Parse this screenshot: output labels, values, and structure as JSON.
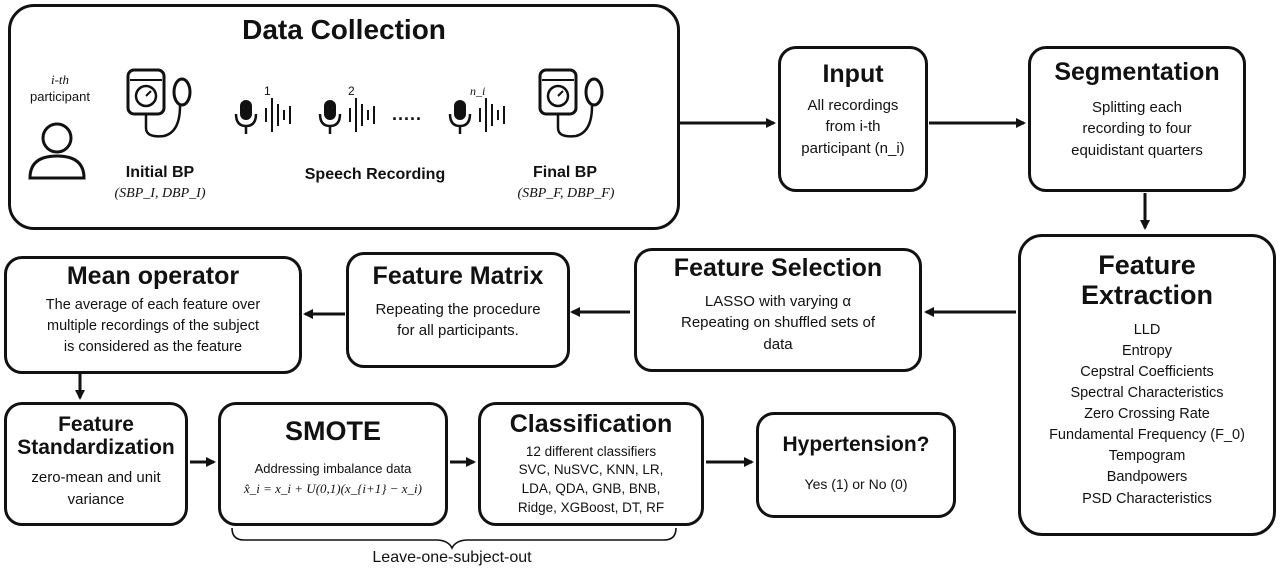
{
  "data_collection": {
    "title": "Data Collection",
    "participant_label_line1": "i-th",
    "participant_label_line2": "participant",
    "initial_bp": "Initial BP",
    "initial_bp_values": "(SBP_I, DBP_I)",
    "speech_recording": "Speech Recording",
    "final_bp": "Final BP",
    "final_bp_values": "(SBP_F, DBP_F)",
    "recording_indices": [
      "1",
      "2",
      "n_i"
    ],
    "ellipsis": "....."
  },
  "input": {
    "title": "Input",
    "lines": [
      "All recordings",
      "from i-th",
      "participant (n_i)"
    ]
  },
  "segmentation": {
    "title": "Segmentation",
    "lines": [
      "Splitting each",
      "recording to four",
      "equidistant quarters"
    ]
  },
  "feature_extraction": {
    "title_line1": "Feature",
    "title_line2": "Extraction",
    "items": [
      "LLD",
      "Entropy",
      "Cepstral Coefficients",
      "Spectral Characteristics",
      "Zero Crossing Rate",
      "Fundamental Frequency (F_0)",
      "Tempogram",
      "Bandpowers",
      "PSD Characteristics"
    ]
  },
  "feature_selection": {
    "title": "Feature Selection",
    "lines": [
      "LASSO with varying α",
      "Repeating on shuffled sets of",
      "data"
    ]
  },
  "feature_matrix": {
    "title": "Feature Matrix",
    "lines": [
      "Repeating the procedure",
      "for all participants."
    ]
  },
  "mean_operator": {
    "title": "Mean operator",
    "lines": [
      "The average of each feature over",
      "multiple recordings of the subject",
      "is considered as the feature"
    ]
  },
  "standardization": {
    "title_line1": "Feature",
    "title_line2": "Standardization",
    "lines": [
      "zero-mean and unit",
      "variance"
    ]
  },
  "smote": {
    "title": "SMOTE",
    "lines": [
      "Addressing imbalance data",
      "x̂_i = x_i + U(0,1)(x_{i+1} − x_i)"
    ]
  },
  "classification": {
    "title": "Classification",
    "lines": [
      "12 different classifiers",
      "SVC, NuSVC, KNN, LR,",
      "LDA, QDA, GNB, BNB,",
      "Ridge, XGBoost, DT, RF"
    ]
  },
  "hypertension": {
    "title": "Hypertension?",
    "lines": [
      "Yes (1) or No (0)"
    ]
  },
  "loso_label": "Leave-one-subject-out"
}
